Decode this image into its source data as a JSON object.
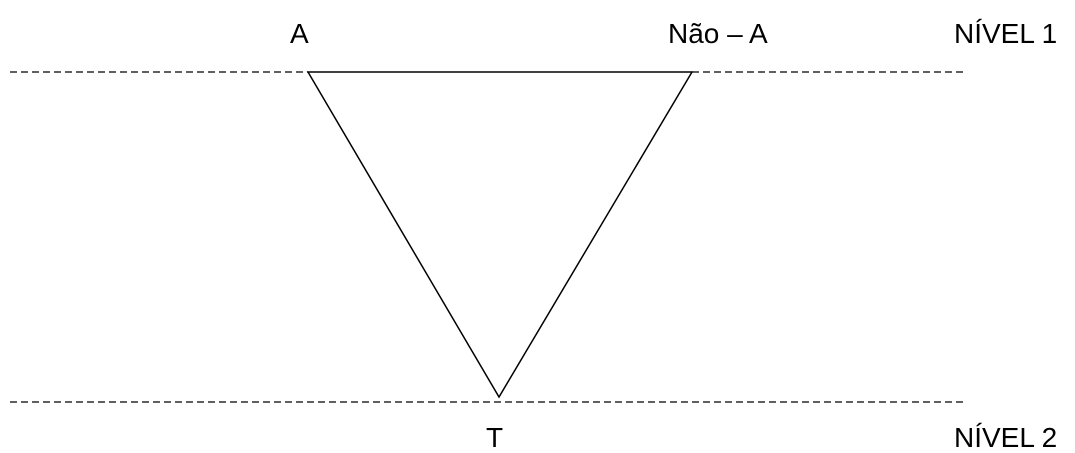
{
  "diagram": {
    "labels": {
      "a": "A",
      "nao_a": "Não – A",
      "nivel_1": "NÍVEL 1",
      "t": "T",
      "nivel_2": "NÍVEL 2"
    },
    "colors": {
      "line": "#000000",
      "background": "#ffffff"
    }
  }
}
